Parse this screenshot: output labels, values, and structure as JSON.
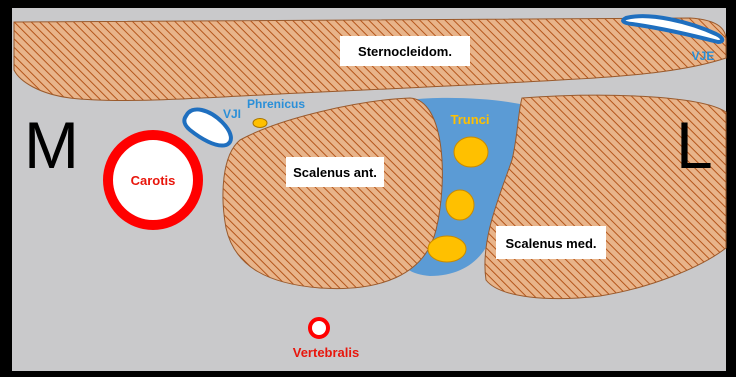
{
  "orientation": {
    "medial": "M",
    "lateral": "L"
  },
  "structures": {
    "sternocleidomastoid": "Sternocleidom.",
    "scalenus_anterior": "Scalenus ant.",
    "scalenus_medius": "Scalenus med.",
    "carotid": "Carotis",
    "vertebral": "Vertebralis",
    "phrenic": "Phrenicus",
    "trunks": "Trunci",
    "internal_jugular": "VJI",
    "external_jugular": "VJE"
  },
  "colors": {
    "background": "#c9c9cb",
    "frame": "#000000",
    "muscle_fill": "#e8b48a",
    "muscle_hatch": "#b5561c",
    "muscle_outline": "#9a5a2c",
    "plexus_sheath": "#5b9bd5",
    "nerve": "#ffc000",
    "artery": "#ff0000",
    "vein": "#1f6fbf",
    "label_blue": "#2a8fd8"
  }
}
